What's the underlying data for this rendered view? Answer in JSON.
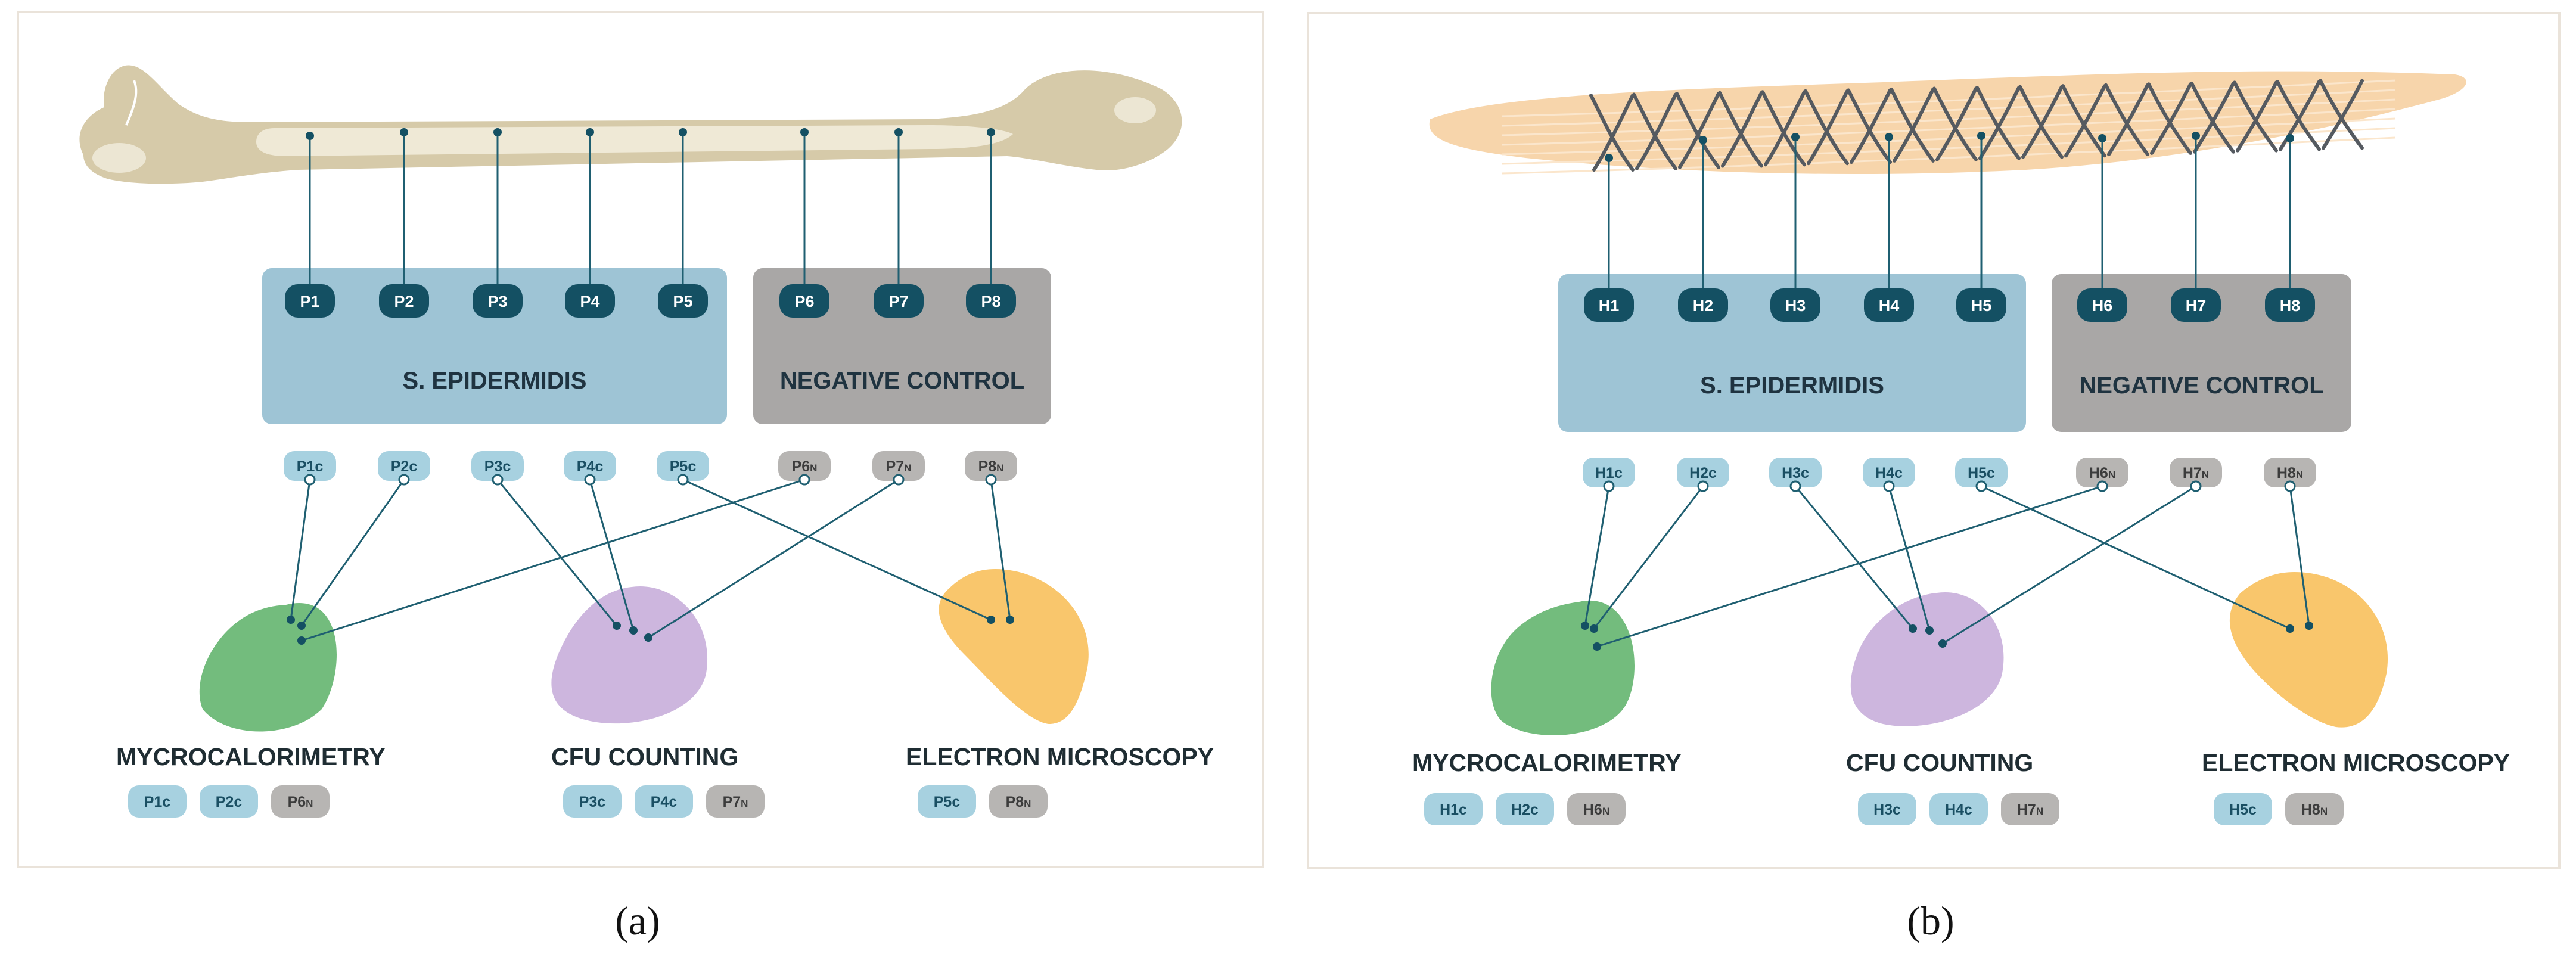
{
  "panels": [
    {
      "id": "a",
      "caption": "(a)",
      "top_pills": [
        "P1",
        "P2",
        "P3",
        "P4",
        "P5",
        "P6",
        "P7",
        "P8"
      ],
      "group_labels": {
        "positive": "S. EPIDERMIDIS",
        "negative": "NEGATIVE CONTROL"
      },
      "sample_pills": [
        "P1c",
        "P2c",
        "P3c",
        "P4c",
        "P5c",
        "P6N",
        "P7N",
        "P8N"
      ],
      "categories": [
        {
          "label": "MYCROCALORIMETRY",
          "chips": [
            "P1c",
            "P2c",
            "P6N"
          ]
        },
        {
          "label": "CFU COUNTING",
          "chips": [
            "P3c",
            "P4c",
            "P7N"
          ]
        },
        {
          "label": "ELECTRON MICROSCOPY",
          "chips": [
            "P5c",
            "P8N"
          ]
        }
      ]
    },
    {
      "id": "b",
      "caption": "(b)",
      "top_pills": [
        "H1",
        "H2",
        "H3",
        "H4",
        "H5",
        "H6",
        "H7",
        "H8"
      ],
      "group_labels": {
        "positive": "S. EPIDERMIDIS",
        "negative": "NEGATIVE CONTROL"
      },
      "sample_pills": [
        "H1c",
        "H2c",
        "H3c",
        "H4c",
        "H5c",
        "H6N",
        "H7N",
        "H8N"
      ],
      "categories": [
        {
          "label": "MYCROCALORIMETRY",
          "chips": [
            "H1c",
            "H2c",
            "H6N"
          ]
        },
        {
          "label": "CFU COUNTING",
          "chips": [
            "H3c",
            "H4c",
            "H7N"
          ]
        },
        {
          "label": "ELECTRON MICROSCOPY",
          "chips": [
            "H5c",
            "H8N"
          ]
        }
      ]
    }
  ],
  "colors": {
    "positive_box": "#9ec4d5",
    "negative_box": "#a9a7a6",
    "top_pill": "#145063",
    "sample_pill_pos": "#a7d1e0",
    "sample_pill_neg": "#b7b5b3",
    "line": "#1f5f71",
    "blob_green": "#73bc7d",
    "blob_purple": "#cdb6de",
    "blob_orange": "#f9c66c",
    "bone": "#d6caa9",
    "tendon": "#f7d5ab",
    "suture": "#555a60"
  }
}
